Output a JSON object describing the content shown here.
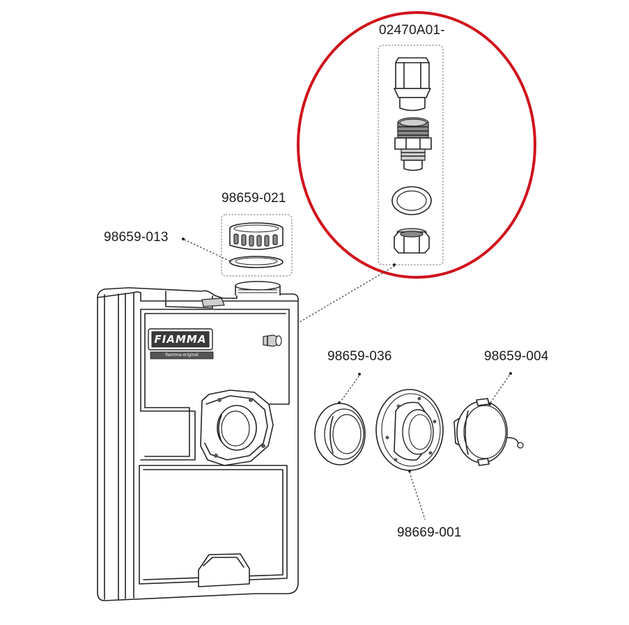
{
  "labels": {
    "valve_assembly": "02470A01-",
    "cap": "98659-021",
    "cap_seal": "98659-013",
    "ring_seal": "98659-036",
    "flange": "98669-001",
    "plug_cap": "98659-004"
  },
  "logo": {
    "brand": "FIAMMA",
    "sub": "fiamma-original"
  },
  "colors": {
    "highlight_circle": "#d0121b",
    "line": "#222222"
  }
}
